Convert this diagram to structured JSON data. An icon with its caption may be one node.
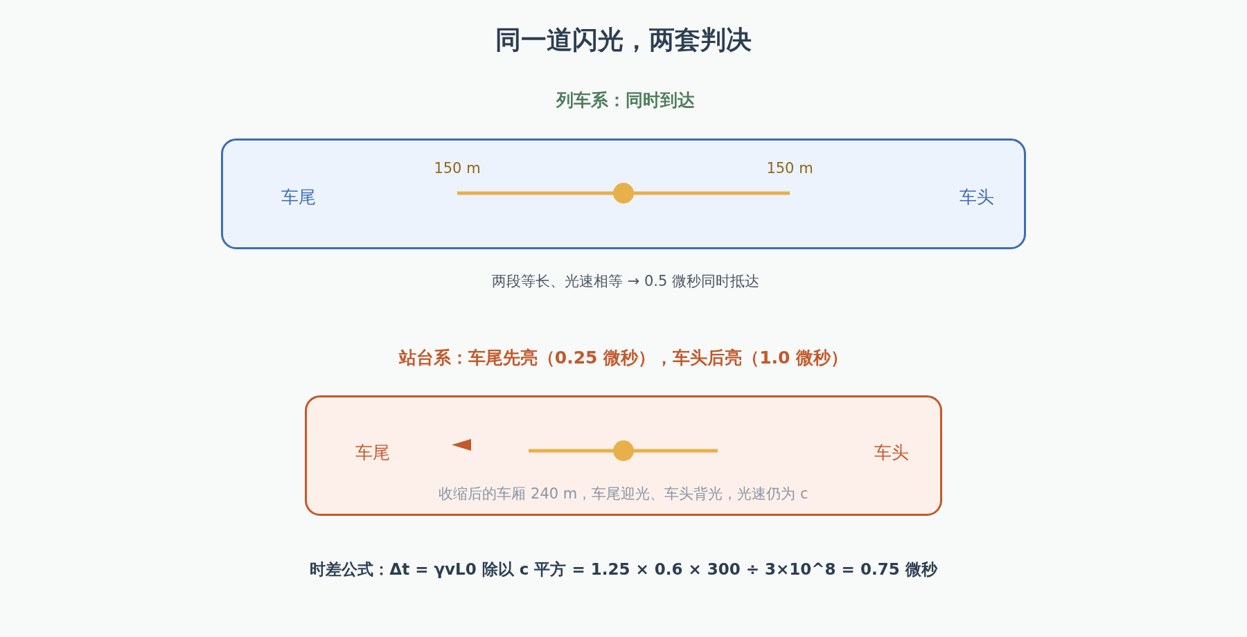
{
  "diagram": {
    "title": "同一道闪光，两套判决",
    "nodes": [
      {
        "text": [
          "列车系：同时到达",
          "车尾",
          "车头"
        ],
        "beside": [
          "两段等长、光速相等 → 0.5 微秒同时抵达"
        ]
      },
      {
        "text": [
          "站台系：车尾先亮（0.25 微秒），车头后亮（1.0 微秒）",
          "车尾",
          "车头",
          "收缩后的车厢 240 m，车尾迎光、车头背光，光速仍为 c"
        ]
      }
    ],
    "labels": [
      "150 m",
      "150 m",
      "时差公式：Δt = γvL0 除以 c 平方 = 1.25 × 0.6 × 300 ÷ 3×10^8 = 0.75 微秒"
    ]
  }
}
